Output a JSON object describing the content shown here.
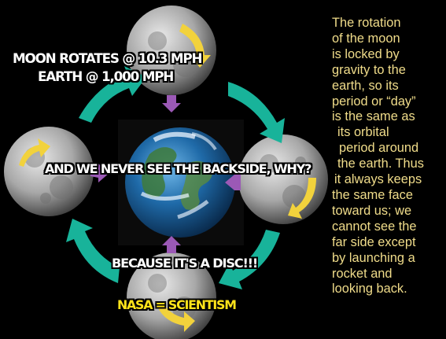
{
  "explanation_lines": [
    "The rotation",
    "of the moon",
    "is locked by",
    "gravity to the",
    "earth, so its",
    "period or “day”",
    "is the same as",
    "its orbital",
    "period around",
    "the earth. Thus",
    "it always keeps",
    "the same face",
    "toward us; we",
    "cannot see the",
    "far side except",
    "by launching a",
    "rocket and",
    "looking back."
  ],
  "overlay": {
    "rotation_line1": "MOON ROTATES @ 10.3 MPH",
    "rotation_line2": "EARTH @ 1,000 MPH",
    "question": "AND WE NEVER SEE THE BACKSIDE, WHY?",
    "answer": "BECAUSE IT'S A DISC!!!",
    "nasa_left": "NASA",
    "nasa_eq": "=",
    "nasa_right": "SCIENTISM"
  },
  "colors": {
    "background": "#000000",
    "explanation_text": "#f0dc8a",
    "orbit_arrows": "#18b39a",
    "rotation_arrows": "#f2d23c",
    "facing_markers": "#9b59b6",
    "meme_text": "#ffffff",
    "meme_accent": "#ffe31a"
  },
  "icons": [
    "moon-image",
    "earth-image",
    "orbit-arrow",
    "rotation-arrow",
    "facing-marker"
  ]
}
